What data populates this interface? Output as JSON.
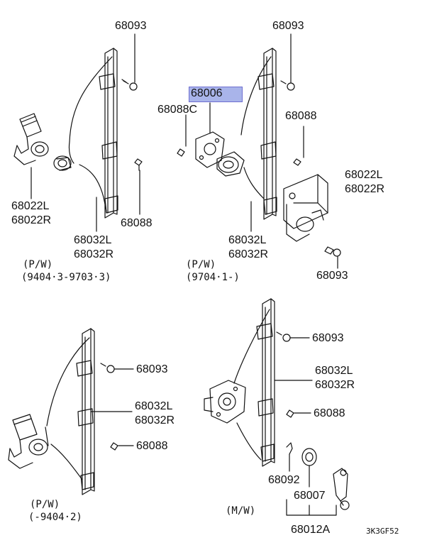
{
  "highlight_color": "#a9b4ea",
  "diagram_code": "3K3GF52",
  "groups": {
    "top_left": {
      "note_line1": "(P/W)",
      "note_line2": "(9404·3-9703·3)",
      "labels": {
        "bolt": "68093",
        "motor_l": "68022L",
        "motor_r": "68022R",
        "reg_l": "68032L",
        "reg_r": "68032R",
        "screw": "68088"
      }
    },
    "top_right": {
      "note_line1": "(P/W)",
      "note_line2": "(9704·1-)",
      "labels": {
        "bolt_top": "68093",
        "highlighted": "68006",
        "bracket": "68088C",
        "screw": "68088",
        "motor_l": "68022L",
        "motor_r": "68022R",
        "reg_l": "68032L",
        "reg_r": "68032R",
        "bolt_bottom": "68093"
      }
    },
    "bottom_left": {
      "note_line1": "(P/W)",
      "note_line2": "(-9404·2)",
      "labels": {
        "bolt": "68093",
        "reg_l": "68032L",
        "reg_r": "68032R",
        "screw": "68088"
      }
    },
    "bottom_right": {
      "note": "(M/W)",
      "labels": {
        "bolt": "68093",
        "reg_l": "68032L",
        "reg_r": "68032R",
        "screw": "68088",
        "clip": "68092",
        "washer": "68007",
        "handle": "68012A"
      }
    }
  }
}
